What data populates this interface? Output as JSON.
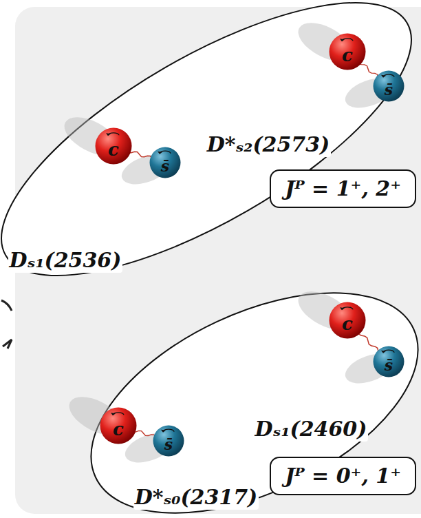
{
  "diagram": {
    "nodes": [
      {
        "text": [
          "D*ₛ₂(2573)",
          "Dₛ₁(2536)"
        ]
      },
      {
        "text": [
          "c"
        ],
        "in": 0
      },
      {
        "text": [
          "s̄"
        ],
        "in": 0
      },
      {
        "text": [
          "c"
        ],
        "in": 0
      },
      {
        "text": [
          "s̄"
        ],
        "in": 0
      },
      {
        "text": [
          "Jᴾ = 1⁺, 2⁺"
        ]
      },
      {
        "text": [
          "Dₛ₁(2460)",
          "D*ₛ₀(2317)"
        ]
      },
      {
        "text": [
          "c"
        ],
        "in": 6
      },
      {
        "text": [
          "s̄"
        ],
        "in": 6
      },
      {
        "text": [
          "c"
        ],
        "in": 6
      },
      {
        "text": [
          "s̄"
        ],
        "in": 6
      },
      {
        "text": [
          "Jᴾ = 0⁺, 1⁺"
        ]
      }
    ]
  }
}
